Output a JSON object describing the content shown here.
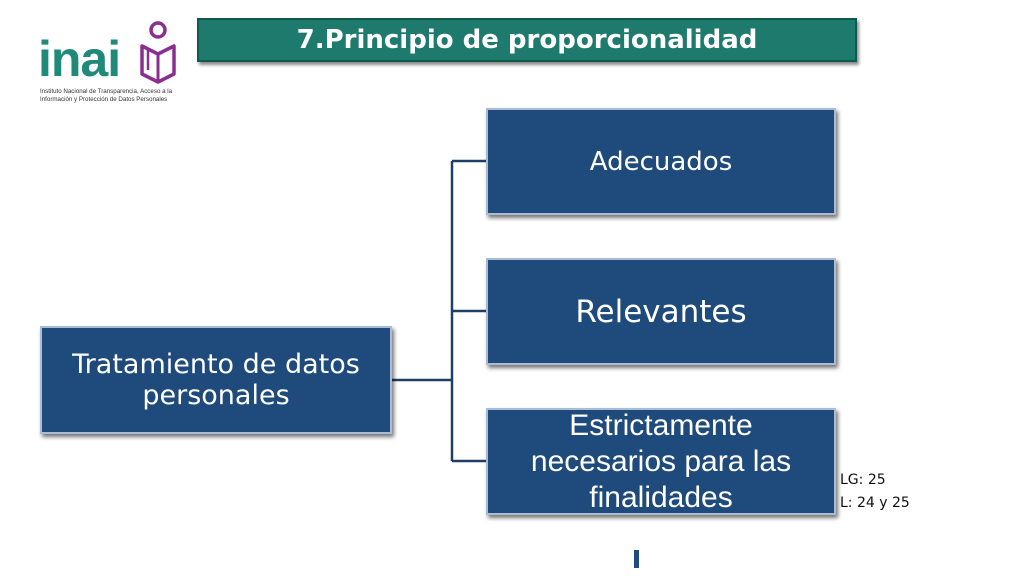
{
  "logo": {
    "wordmark": "inai",
    "subtitle": "Instituto Nacional de Transparencia, Acceso a la Información y Protección de Datos Personales"
  },
  "title": "7.Principio de proporcionalidad",
  "diagram": {
    "root": "Tratamiento de datos personales",
    "children": [
      "Adecuados",
      "Relevantes",
      "Estrictamente necesarios para las finalidades"
    ]
  },
  "references": [
    "LG: 25",
    "L: 24 y 25"
  ],
  "colors": {
    "title_bar": "#1d7a6c",
    "box_fill": "#1f4a7c",
    "box_border": "#a9bcd4",
    "logo_teal": "#1f8a7a",
    "logo_purple": "#8a2f8f"
  }
}
